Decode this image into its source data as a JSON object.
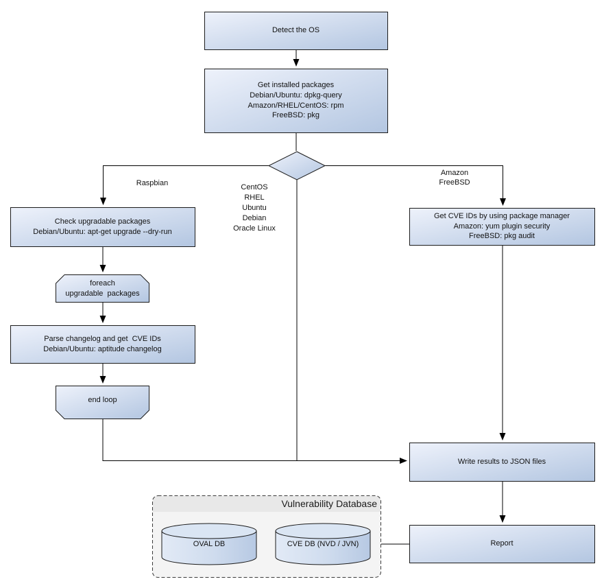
{
  "diagram": {
    "nodes": {
      "detect_os": "Detect the OS",
      "get_installed": "Get installed packages\nDebian/Ubuntu: dpkg-query\nAmazon/RHEL/CentOS: rpm\nFreeBSD: pkg",
      "check_upgradable": "Check upgradable packages\nDebian/Ubuntu: apt-get upgrade --dry-run",
      "foreach_loop": "foreach\nupgradable  packages",
      "parse_changelog": "Parse changelog and get  CVE IDs\nDebian/Ubuntu: aptitude changelog",
      "end_loop": "end loop",
      "get_cve_ids": "Get CVE IDs by using package manager\nAmazon: yum plugin security\nFreeBSD: pkg audit",
      "write_results": "Write results to JSON files",
      "report": "Report"
    },
    "edge_labels": {
      "raspbian": "Raspbian",
      "amazon_freebsd": "Amazon\nFreeBSD",
      "os_list": "CentOS\nRHEL\nUbuntu\nDebian\nOracle Linux"
    },
    "database": {
      "title": "Vulnerability Database",
      "cylinders": [
        {
          "label": "OVAL DB"
        },
        {
          "label": "CVE DB (NVD / JVN)"
        }
      ]
    },
    "colors": {
      "node_gradient_start": "#eef2fb",
      "node_gradient_end": "#b3c6e1",
      "node_border": "#1a1a1a",
      "connector": "#000000",
      "container_fill": "#f4f4f4",
      "container_title_band": "#e8e8e8",
      "container_border": "#3a3a3a",
      "background": "#ffffff"
    }
  }
}
